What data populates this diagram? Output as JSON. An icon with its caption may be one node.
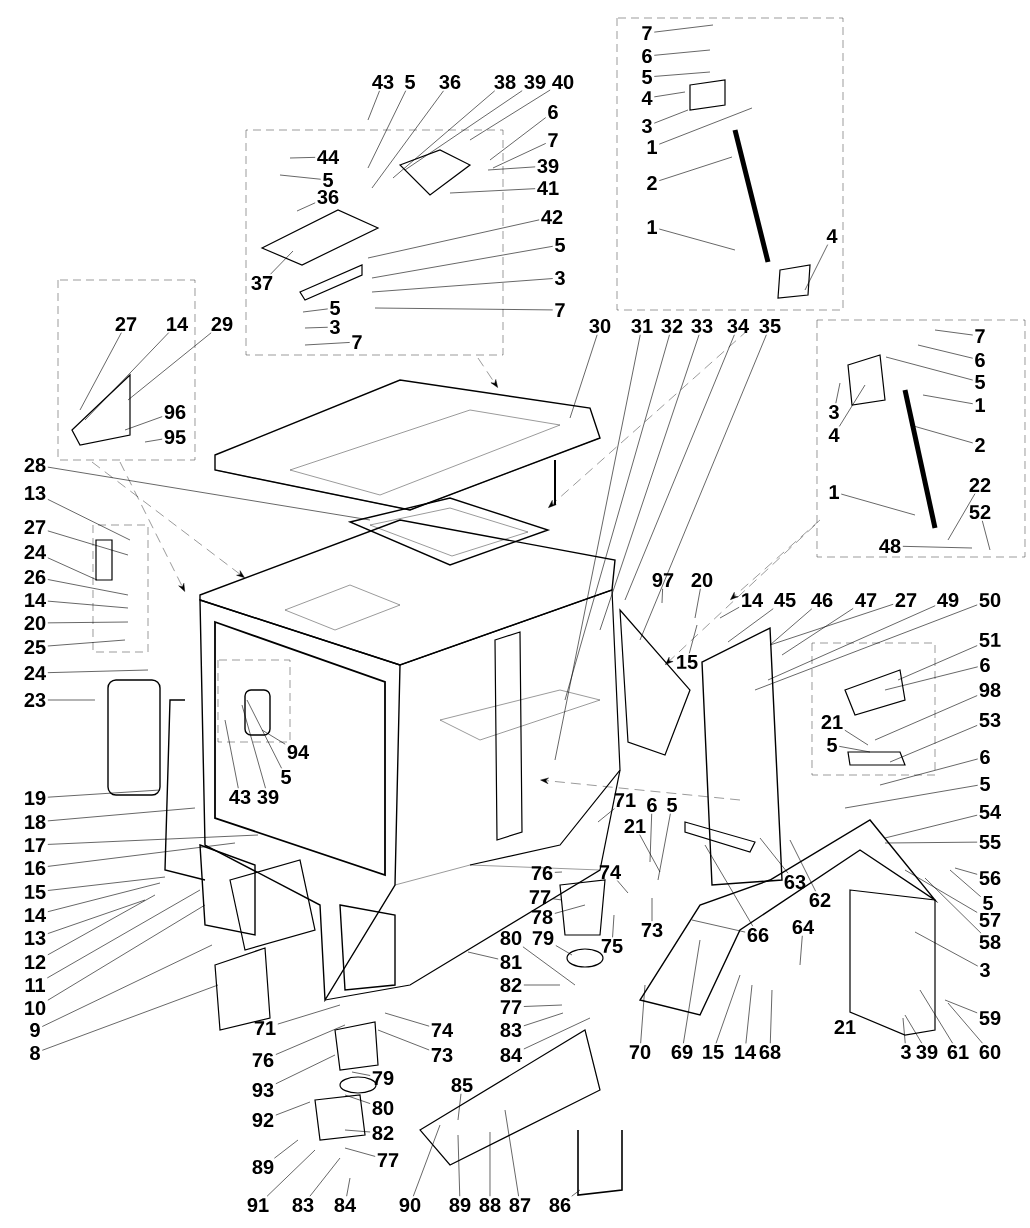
{
  "diagram": {
    "nodes": [
      {
        "text": [
          "43"
        ]
      },
      {
        "text": [
          "5"
        ]
      },
      {
        "text": [
          "36"
        ]
      },
      {
        "text": [
          "38"
        ]
      },
      {
        "text": [
          "39"
        ]
      },
      {
        "text": [
          "40"
        ]
      },
      {
        "text": [
          "6"
        ]
      },
      {
        "text": [
          "7"
        ]
      },
      {
        "text": [
          "39"
        ]
      },
      {
        "text": [
          "41"
        ]
      },
      {
        "text": [
          "42"
        ]
      },
      {
        "text": [
          "5"
        ]
      },
      {
        "text": [
          "3"
        ]
      },
      {
        "text": [
          "7"
        ]
      },
      {
        "text": [
          "44"
        ]
      },
      {
        "text": [
          "5"
        ]
      },
      {
        "text": [
          "36"
        ]
      },
      {
        "text": [
          "37"
        ]
      },
      {
        "text": [
          "5"
        ]
      },
      {
        "text": [
          "3"
        ]
      },
      {
        "text": [
          "7"
        ]
      },
      {
        "text": [
          "7"
        ]
      },
      {
        "text": [
          "6"
        ]
      },
      {
        "text": [
          "5"
        ]
      },
      {
        "text": [
          "4"
        ]
      },
      {
        "text": [
          "3"
        ]
      },
      {
        "text": [
          "1"
        ]
      },
      {
        "text": [
          "2"
        ]
      },
      {
        "text": [
          "1"
        ]
      },
      {
        "text": [
          "4"
        ]
      },
      {
        "text": [
          "27"
        ]
      },
      {
        "text": [
          "14"
        ]
      },
      {
        "text": [
          "29"
        ]
      },
      {
        "text": [
          "96"
        ]
      },
      {
        "text": [
          "95"
        ]
      },
      {
        "text": [
          "30"
        ]
      },
      {
        "text": [
          "31"
        ]
      },
      {
        "text": [
          "32"
        ]
      },
      {
        "text": [
          "33"
        ]
      },
      {
        "text": [
          "34"
        ]
      },
      {
        "text": [
          "35"
        ]
      },
      {
        "text": [
          "7"
        ]
      },
      {
        "text": [
          "6"
        ]
      },
      {
        "text": [
          "5"
        ]
      },
      {
        "text": [
          "1"
        ]
      },
      {
        "text": [
          "2"
        ]
      },
      {
        "text": [
          "3"
        ]
      },
      {
        "text": [
          "4"
        ]
      },
      {
        "text": [
          "22"
        ]
      },
      {
        "text": [
          "52"
        ]
      },
      {
        "text": [
          "48"
        ]
      },
      {
        "text": [
          "1"
        ]
      },
      {
        "text": [
          "28"
        ]
      },
      {
        "text": [
          "13"
        ]
      },
      {
        "text": [
          "27"
        ]
      },
      {
        "text": [
          "24"
        ]
      },
      {
        "text": [
          "26"
        ]
      },
      {
        "text": [
          "14"
        ]
      },
      {
        "text": [
          "20"
        ]
      },
      {
        "text": [
          "25"
        ]
      },
      {
        "text": [
          "24"
        ]
      },
      {
        "text": [
          "23"
        ]
      },
      {
        "text": [
          "43"
        ]
      },
      {
        "text": [
          "39"
        ]
      },
      {
        "text": [
          "5"
        ]
      },
      {
        "text": [
          "94"
        ]
      },
      {
        "text": [
          "19"
        ]
      },
      {
        "text": [
          "18"
        ]
      },
      {
        "text": [
          "17"
        ]
      },
      {
        "text": [
          "16"
        ]
      },
      {
        "text": [
          "15"
        ]
      },
      {
        "text": [
          "14"
        ]
      },
      {
        "text": [
          "13"
        ]
      },
      {
        "text": [
          "12"
        ]
      },
      {
        "text": [
          "11"
        ]
      },
      {
        "text": [
          "10"
        ]
      },
      {
        "text": [
          "9"
        ]
      },
      {
        "text": [
          "8"
        ]
      },
      {
        "text": [
          "97"
        ]
      },
      {
        "text": [
          "20"
        ]
      },
      {
        "text": [
          "15"
        ]
      },
      {
        "text": [
          "14"
        ]
      },
      {
        "text": [
          "45"
        ]
      },
      {
        "text": [
          "46"
        ]
      },
      {
        "text": [
          "47"
        ]
      },
      {
        "text": [
          "27"
        ]
      },
      {
        "text": [
          "49"
        ]
      },
      {
        "text": [
          "50"
        ]
      },
      {
        "text": [
          "51"
        ]
      },
      {
        "text": [
          "6"
        ]
      },
      {
        "text": [
          "98"
        ]
      },
      {
        "text": [
          "21"
        ]
      },
      {
        "text": [
          "5"
        ]
      },
      {
        "text": [
          "53"
        ]
      },
      {
        "text": [
          "6"
        ]
      },
      {
        "text": [
          "5"
        ]
      },
      {
        "text": [
          "54"
        ]
      },
      {
        "text": [
          "55"
        ]
      },
      {
        "text": [
          "56"
        ]
      },
      {
        "text": [
          "5"
        ]
      },
      {
        "text": [
          "57"
        ]
      },
      {
        "text": [
          "58"
        ]
      },
      {
        "text": [
          "3"
        ]
      },
      {
        "text": [
          "59"
        ]
      },
      {
        "text": [
          "60"
        ]
      },
      {
        "text": [
          "61"
        ]
      },
      {
        "text": [
          "39"
        ]
      },
      {
        "text": [
          "3"
        ]
      },
      {
        "text": [
          "66"
        ]
      },
      {
        "text": [
          "63"
        ]
      },
      {
        "text": [
          "62"
        ]
      },
      {
        "text": [
          "64"
        ]
      },
      {
        "text": [
          "70"
        ]
      },
      {
        "text": [
          "69"
        ]
      },
      {
        "text": [
          "15"
        ]
      },
      {
        "text": [
          "14"
        ]
      },
      {
        "text": [
          "68"
        ]
      },
      {
        "text": [
          "71"
        ]
      },
      {
        "text": [
          "6"
        ]
      },
      {
        "text": [
          "5"
        ]
      },
      {
        "text": [
          "21"
        ]
      },
      {
        "text": [
          "76"
        ]
      },
      {
        "text": [
          "77"
        ]
      },
      {
        "text": [
          "78"
        ]
      },
      {
        "text": [
          "74"
        ]
      },
      {
        "text": [
          "73"
        ]
      },
      {
        "text": [
          "75"
        ]
      },
      {
        "text": [
          "79"
        ]
      },
      {
        "text": [
          "80"
        ]
      },
      {
        "text": [
          "81"
        ]
      },
      {
        "text": [
          "82"
        ]
      },
      {
        "text": [
          "77"
        ]
      },
      {
        "text": [
          "83"
        ]
      },
      {
        "text": [
          "84"
        ]
      },
      {
        "text": [
          "71"
        ]
      },
      {
        "text": [
          "76"
        ]
      },
      {
        "text": [
          "93"
        ]
      },
      {
        "text": [
          "79"
        ]
      },
      {
        "text": [
          "80"
        ]
      },
      {
        "text": [
          "92"
        ]
      },
      {
        "text": [
          "82"
        ]
      },
      {
        "text": [
          "89"
        ]
      },
      {
        "text": [
          "77"
        ]
      },
      {
        "text": [
          "91"
        ]
      },
      {
        "text": [
          "83"
        ]
      },
      {
        "text": [
          "84"
        ]
      },
      {
        "text": [
          "74"
        ]
      },
      {
        "text": [
          "73"
        ]
      },
      {
        "text": [
          "85"
        ]
      },
      {
        "text": [
          "90"
        ]
      },
      {
        "text": [
          "89"
        ]
      },
      {
        "text": [
          "88"
        ]
      },
      {
        "text": [
          "87"
        ]
      },
      {
        "text": [
          "86"
        ]
      }
    ],
    "edges": [
      {
        "from": 0,
        "to": null,
        "arrow": "none"
      },
      {
        "from": 1,
        "to": null,
        "arrow": "none"
      },
      {
        "from": 2,
        "to": null,
        "arrow": "none"
      },
      {
        "from": 3,
        "to": null,
        "arrow": "none"
      },
      {
        "from": 4,
        "to": null,
        "arrow": "none"
      },
      {
        "from": 5,
        "to": null,
        "arrow": "none"
      },
      {
        "from": 6,
        "to": null,
        "arrow": "none"
      },
      {
        "from": 7,
        "to": null,
        "arrow": "none"
      },
      {
        "from": 8,
        "to": null,
        "arrow": "none"
      },
      {
        "from": 9,
        "to": null,
        "arrow": "none"
      },
      {
        "from": 10,
        "to": null,
        "arrow": "none"
      },
      {
        "from": 11,
        "to": null,
        "arrow": "none"
      },
      {
        "from": 12,
        "to": null,
        "arrow": "none"
      },
      {
        "from": 13,
        "to": null,
        "arrow": "none"
      },
      {
        "from": 14,
        "to": null,
        "arrow": "none"
      },
      {
        "from": 15,
        "to": null,
        "arrow": "none"
      },
      {
        "from": 16,
        "to": null,
        "arrow": "none"
      },
      {
        "from": 17,
        "to": null,
        "arrow": "none"
      },
      {
        "from": 18,
        "to": null,
        "arrow": "none"
      },
      {
        "from": 19,
        "to": null,
        "arrow": "none"
      },
      {
        "from": 20,
        "to": null,
        "arrow": "none"
      },
      {
        "from": 21,
        "to": null,
        "arrow": "none"
      },
      {
        "from": 22,
        "to": null,
        "arrow": "none"
      },
      {
        "from": 23,
        "to": null,
        "arrow": "none"
      },
      {
        "from": 24,
        "to": null,
        "arrow": "none"
      },
      {
        "from": 25,
        "to": null,
        "arrow": "none"
      },
      {
        "from": 26,
        "to": null,
        "arrow": "none"
      },
      {
        "from": 27,
        "to": null,
        "arrow": "none"
      },
      {
        "from": 28,
        "to": null,
        "arrow": "none"
      },
      {
        "from": 29,
        "to": null,
        "arrow": "none"
      },
      {
        "from": 30,
        "to": null,
        "arrow": "none"
      },
      {
        "from": 31,
        "to": null,
        "arrow": "none"
      },
      {
        "from": 32,
        "to": null,
        "arrow": "none"
      },
      {
        "from": 33,
        "to": null,
        "arrow": "none"
      },
      {
        "from": 34,
        "to": null,
        "arrow": "none"
      },
      {
        "from": 35,
        "to": null,
        "arrow": "none"
      },
      {
        "from": 36,
        "to": null,
        "arrow": "none"
      },
      {
        "from": 37,
        "to": null,
        "arrow": "none"
      },
      {
        "from": 38,
        "to": null,
        "arrow": "none"
      },
      {
        "from": 39,
        "to": null,
        "arrow": "none"
      },
      {
        "from": 40,
        "to": null,
        "arrow": "none"
      },
      {
        "from": 41,
        "to": null,
        "arrow": "none"
      },
      {
        "from": 42,
        "to": null,
        "arrow": "none"
      },
      {
        "from": 43,
        "to": null,
        "arrow": "none"
      },
      {
        "from": 44,
        "to": null,
        "arrow": "none"
      },
      {
        "from": 45,
        "to": null,
        "arrow": "none"
      },
      {
        "from": 46,
        "to": null,
        "arrow": "none"
      },
      {
        "from": 47,
        "to": null,
        "arrow": "none"
      },
      {
        "from": 48,
        "to": null,
        "arrow": "none"
      },
      {
        "from": 49,
        "to": null,
        "arrow": "none"
      },
      {
        "from": 50,
        "to": null,
        "arrow": "none"
      },
      {
        "from": 51,
        "to": null,
        "arrow": "none"
      },
      {
        "from": 52,
        "to": null,
        "arrow": "none"
      },
      {
        "from": 53,
        "to": null,
        "arrow": "none"
      },
      {
        "from": 54,
        "to": null,
        "arrow": "none"
      },
      {
        "from": 55,
        "to": null,
        "arrow": "none"
      },
      {
        "from": 56,
        "to": null,
        "arrow": "none"
      },
      {
        "from": 57,
        "to": null,
        "arrow": "none"
      },
      {
        "from": 58,
        "to": null,
        "arrow": "none"
      },
      {
        "from": 59,
        "to": null,
        "arrow": "none"
      },
      {
        "from": 60,
        "to": null,
        "arrow": "none"
      },
      {
        "from": 61,
        "to": null,
        "arrow": "none"
      },
      {
        "from": 62,
        "to": null,
        "arrow": "none"
      },
      {
        "from": 63,
        "to": null,
        "arrow": "none"
      },
      {
        "from": 64,
        "to": null,
        "arrow": "none"
      },
      {
        "from": 65,
        "to": null,
        "arrow": "none"
      },
      {
        "from": 66,
        "to": null,
        "arrow": "none"
      },
      {
        "from": 67,
        "to": null,
        "arrow": "none"
      },
      {
        "from": 68,
        "to": null,
        "arrow": "none"
      },
      {
        "from": 69,
        "to": null,
        "arrow": "none"
      },
      {
        "from": 70,
        "to": null,
        "arrow": "none"
      },
      {
        "from": 71,
        "to": null,
        "arrow": "none"
      },
      {
        "from": 72,
        "to": null,
        "arrow": "none"
      },
      {
        "from": 73,
        "to": null,
        "arrow": "none"
      },
      {
        "from": 74,
        "to": null,
        "arrow": "none"
      },
      {
        "from": 75,
        "to": null,
        "arrow": "none"
      },
      {
        "from": 76,
        "to": null,
        "arrow": "none"
      },
      {
        "from": 77,
        "to": null,
        "arrow": "none"
      },
      {
        "from": 78,
        "to": null,
        "arrow": "none"
      },
      {
        "from": 79,
        "to": null,
        "arrow": "none"
      },
      {
        "from": 80,
        "to": null,
        "arrow": "none"
      },
      {
        "from": 81,
        "to": null,
        "arrow": "none"
      },
      {
        "from": 82,
        "to": null,
        "arrow": "none"
      },
      {
        "from": 83,
        "to": null,
        "arrow": "none"
      },
      {
        "from": 84,
        "to": null,
        "arrow": "none"
      },
      {
        "from": 85,
        "to": null,
        "arrow": "none"
      },
      {
        "from": 86,
        "to": null,
        "arrow": "none"
      },
      {
        "from": 87,
        "to": null,
        "arrow": "none"
      },
      {
        "from": 88,
        "to": null,
        "arrow": "none"
      },
      {
        "from": 89,
        "to": null,
        "arrow": "none"
      },
      {
        "from": 90,
        "to": null,
        "arrow": "none"
      },
      {
        "from": 91,
        "to": null,
        "arrow": "none"
      },
      {
        "from": 92,
        "to": null,
        "arrow": "none"
      },
      {
        "from": 93,
        "to": null,
        "arrow": "none"
      },
      {
        "from": 94,
        "to": null,
        "arrow": "none"
      },
      {
        "from": 95,
        "to": null,
        "arrow": "none"
      },
      {
        "from": 96,
        "to": null,
        "arrow": "none"
      },
      {
        "from": 97,
        "to": null,
        "arrow": "none"
      },
      {
        "from": 98,
        "to": null,
        "arrow": "none"
      },
      {
        "from": 99,
        "to": null,
        "arrow": "none"
      },
      {
        "from": 100,
        "to": null,
        "arrow": "none"
      },
      {
        "from": 101,
        "to": null,
        "arrow": "none"
      },
      {
        "from": 102,
        "to": null,
        "arrow": "none"
      },
      {
        "from": 103,
        "to": null,
        "arrow": "none"
      },
      {
        "from": 104,
        "to": null,
        "arrow": "none"
      },
      {
        "from": 105,
        "to": null,
        "arrow": "none"
      },
      {
        "from": 106,
        "to": null,
        "arrow": "none"
      },
      {
        "from": 107,
        "to": null,
        "arrow": "none"
      },
      {
        "from": 108,
        "to": null,
        "arrow": "none"
      },
      {
        "from": 109,
        "to": null,
        "arrow": "none"
      },
      {
        "from": 110,
        "to": null,
        "arrow": "none"
      },
      {
        "from": 111,
        "to": null,
        "arrow": "none"
      },
      {
        "from": 112,
        "to": null,
        "arrow": "none"
      },
      {
        "from": 113,
        "to": null,
        "arrow": "none"
      },
      {
        "from": 114,
        "to": null,
        "arrow": "none"
      },
      {
        "from": 115,
        "to": null,
        "arrow": "none"
      },
      {
        "from": 116,
        "to": null,
        "arrow": "none"
      },
      {
        "from": 117,
        "to": null,
        "arrow": "none"
      },
      {
        "from": 118,
        "to": null,
        "arrow": "none"
      },
      {
        "from": 119,
        "to": null,
        "arrow": "none"
      },
      {
        "from": 120,
        "to": null,
        "arrow": "none"
      },
      {
        "from": 121,
        "to": null,
        "arrow": "none"
      },
      {
        "from": 122,
        "to": null,
        "arrow": "none"
      },
      {
        "from": 123,
        "to": null,
        "arrow": "none"
      },
      {
        "from": 124,
        "to": null,
        "arrow": "none"
      },
      {
        "from": 125,
        "to": null,
        "arrow": "none"
      },
      {
        "from": 126,
        "to": null,
        "arrow": "none"
      },
      {
        "from": 127,
        "to": null,
        "arrow": "none"
      },
      {
        "from": 128,
        "to": null,
        "arrow": "none"
      },
      {
        "from": 129,
        "to": null,
        "arrow": "none"
      },
      {
        "from": 130,
        "to": null,
        "arrow": "none"
      },
      {
        "from": 131,
        "to": null,
        "arrow": "none"
      },
      {
        "from": 132,
        "to": null,
        "arrow": "none"
      },
      {
        "from": 133,
        "to": null,
        "arrow": "none"
      },
      {
        "from": 134,
        "to": null,
        "arrow": "none"
      },
      {
        "from": 135,
        "to": null,
        "arrow": "none"
      },
      {
        "from": 136,
        "to": null,
        "arrow": "none"
      },
      {
        "from": 137,
        "to": null,
        "arrow": "none"
      },
      {
        "from": 138,
        "to": null,
        "arrow": "none"
      },
      {
        "from": 139,
        "to": null,
        "arrow": "none"
      },
      {
        "from": 140,
        "to": null,
        "arrow": "none"
      },
      {
        "from": 141,
        "to": null,
        "arrow": "none"
      },
      {
        "from": 142,
        "to": null,
        "arrow": "none"
      },
      {
        "from": 143,
        "to": null,
        "arrow": "none"
      },
      {
        "from": 144,
        "to": null,
        "arrow": "none"
      },
      {
        "from": 145,
        "to": null,
        "arrow": "none"
      },
      {
        "from": 146,
        "to": null,
        "arrow": "none"
      },
      {
        "from": 147,
        "to": null,
        "arrow": "none"
      },
      {
        "from": 148,
        "to": null,
        "arrow": "none"
      },
      {
        "from": 149,
        "to": null,
        "arrow": "none"
      },
      {
        "from": 150,
        "to": null,
        "arrow": "none"
      },
      {
        "from": 151,
        "to": null,
        "arrow": "none"
      },
      {
        "from": 152,
        "to": null,
        "arrow": "none"
      },
      {
        "from": 153,
        "to": null,
        "arrow": "none"
      },
      {
        "from": 108,
        "to": null,
        "arrow": "none"
      }
    ],
    "labels": [
      "21"
    ]
  }
}
